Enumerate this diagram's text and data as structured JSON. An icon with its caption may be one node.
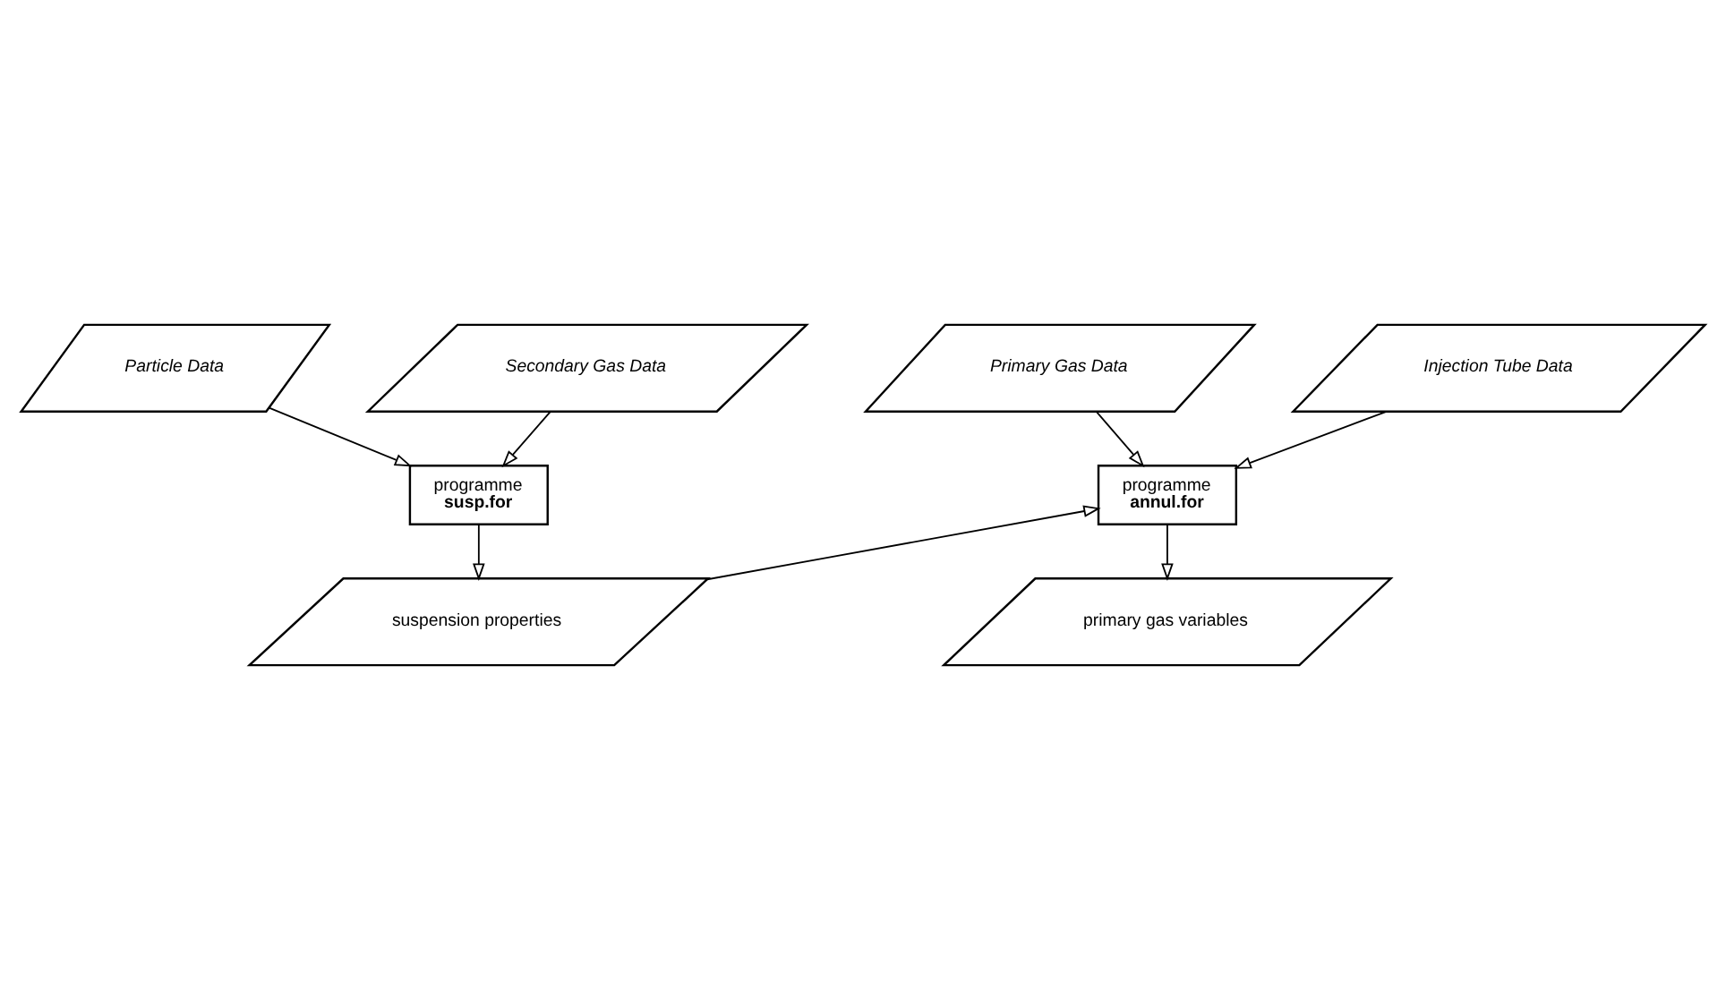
{
  "diagram": {
    "nodes": [
      {
        "text": [
          "Particle Data"
        ]
      },
      {
        "text": [
          "Secondary Gas Data"
        ]
      },
      {
        "text": [
          "Primary Gas Data"
        ]
      },
      {
        "text": [
          "Injection Tube Data"
        ]
      },
      {
        "text": [
          "programme",
          "susp.for"
        ]
      },
      {
        "text": [
          "programme",
          "annul.for"
        ]
      },
      {
        "text": [
          "suspension properties"
        ]
      },
      {
        "text": [
          "primary gas variables"
        ]
      }
    ],
    "edges": [
      {
        "from": 0,
        "to": 4,
        "arrow": "to"
      },
      {
        "from": 1,
        "to": 4,
        "arrow": "to"
      },
      {
        "from": 4,
        "to": 6,
        "arrow": "to"
      },
      {
        "from": 6,
        "to": 5,
        "arrow": "to"
      },
      {
        "from": 2,
        "to": 5,
        "arrow": "to"
      },
      {
        "from": 3,
        "to": 5,
        "arrow": "to"
      },
      {
        "from": 5,
        "to": 7,
        "arrow": "to"
      }
    ]
  }
}
